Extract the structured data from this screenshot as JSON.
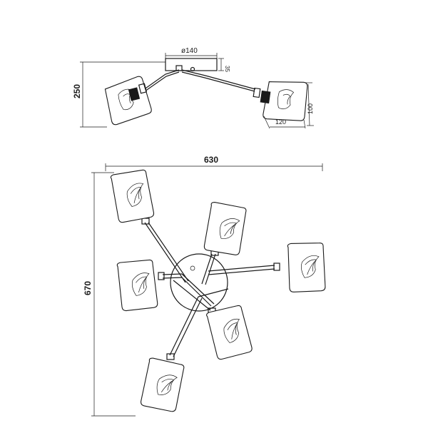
{
  "dimensions": {
    "plate_diameter": "ø140",
    "plate_height": "35",
    "side_height": "250",
    "shade_width": "120",
    "shade_height": "100",
    "top_width": "630",
    "top_depth": "670"
  },
  "colors": {
    "line": "#1a1a1a",
    "background": "#ffffff"
  }
}
